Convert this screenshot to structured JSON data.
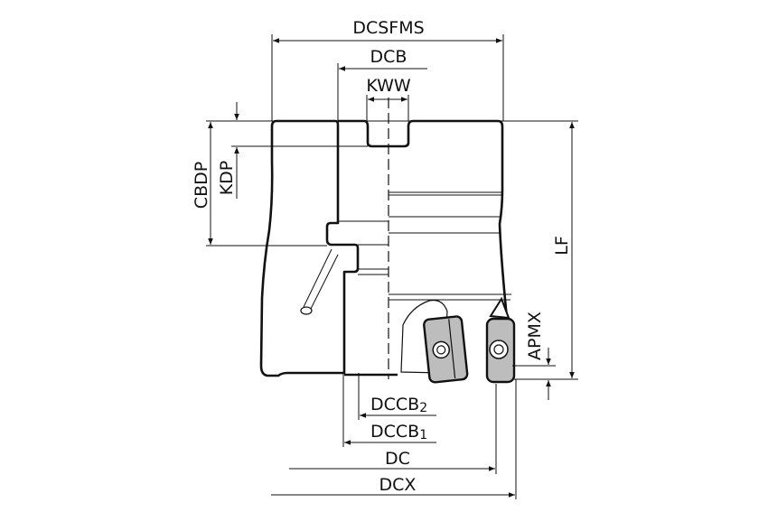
{
  "diagram": {
    "title": "Face mill dimension drawing",
    "colors": {
      "line": "#111111",
      "insert": "#bdbdbd",
      "background": "#ffffff"
    },
    "labels": {
      "dcsfms": "DCSFMS",
      "dcb": "DCB",
      "kww": "KWW",
      "cbdp": "CBDP",
      "kdp": "KDP",
      "lf": "LF",
      "apmx": "APMX",
      "dccb2": {
        "base": "DCCB",
        "sub": "2"
      },
      "dccb1": {
        "base": "DCCB",
        "sub": "1"
      },
      "dc": "DC",
      "dcx": "DCX"
    }
  }
}
